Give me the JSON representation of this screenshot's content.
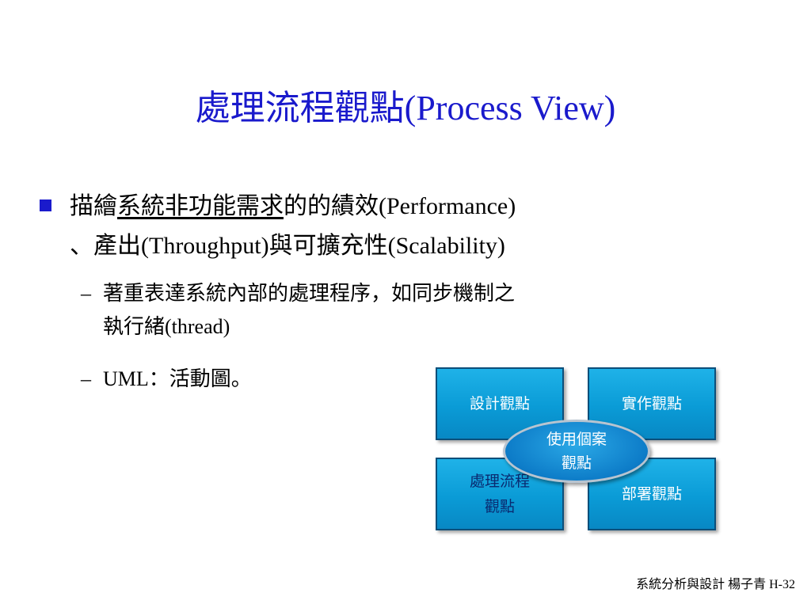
{
  "title": "處理流程觀點(Process View)",
  "bullet": {
    "prefix": "描繪",
    "underlined": "系統非功能需求",
    "rest_line1": "的的績效(Performance)",
    "line2": "、產出(Throughput)與可擴充性(Scalability)"
  },
  "sub_items": [
    {
      "dash": "–",
      "line1": "著重表達系統內部的處理程序，如同步機制之",
      "line2": "執行緒(thread)"
    },
    {
      "dash": "–",
      "line1": "UML：活動圖。"
    }
  ],
  "diagram": {
    "top_left": "設計觀點",
    "top_right": "實作觀點",
    "bottom_left_line1": "處理流程",
    "bottom_left_line2": "觀點",
    "bottom_right": "部署觀點",
    "center_line1": "使用個案",
    "center_line2": "觀點"
  },
  "footer": "系統分析與設計 楊子青 H-32",
  "colors": {
    "title": "#1a1acc",
    "box": "#0a9bd6",
    "bottom_left_text": "#0a2a70"
  }
}
